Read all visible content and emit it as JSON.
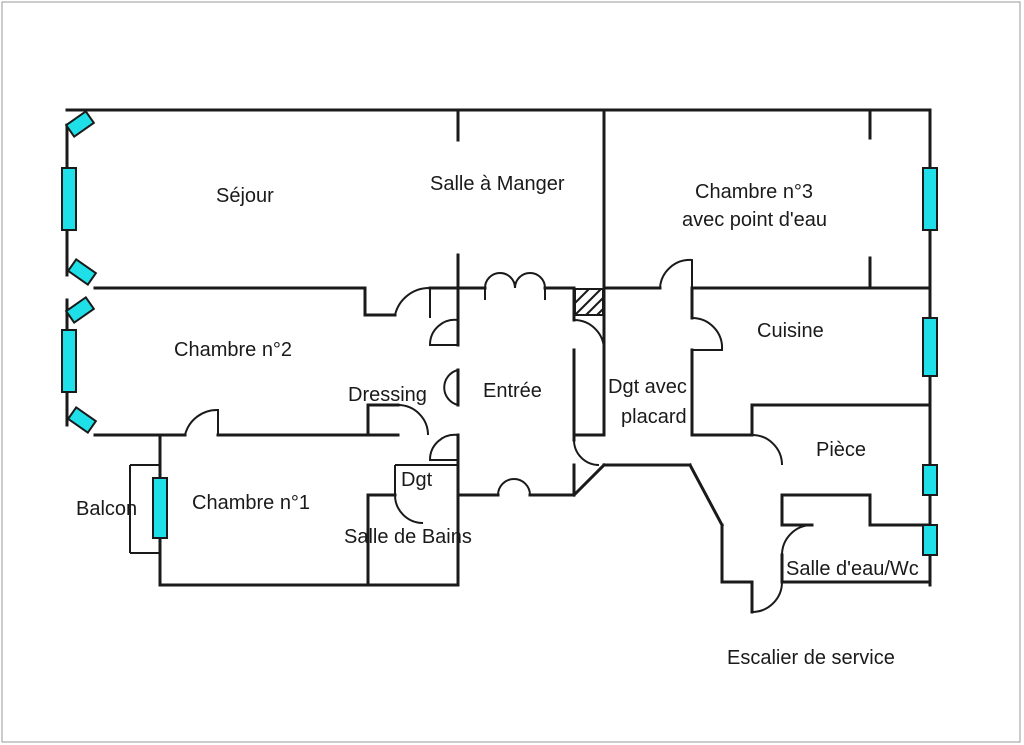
{
  "colors": {
    "window": "#1fe0e8",
    "wall": "#1a1a1a",
    "background": "#ffffff"
  },
  "rooms": {
    "sejour": "Séjour",
    "salle_a_manger": "Salle à Manger",
    "chambre3_line1": "Chambre n°3",
    "chambre3_line2": "avec point d'eau",
    "chambre2": "Chambre n°2",
    "dressing": "Dressing",
    "entree": "Entrée",
    "dgt_placard_line1": "Dgt avec",
    "dgt_placard_line2": "placard",
    "cuisine": "Cuisine",
    "piece": "Pièce",
    "balcon": "Balcon",
    "chambre1": "Chambre n°1",
    "dgt": "Dgt",
    "salle_de_bains": "Salle de Bains",
    "salle_eau_wc": "Salle d'eau/Wc",
    "escalier": "Escalier de service"
  }
}
